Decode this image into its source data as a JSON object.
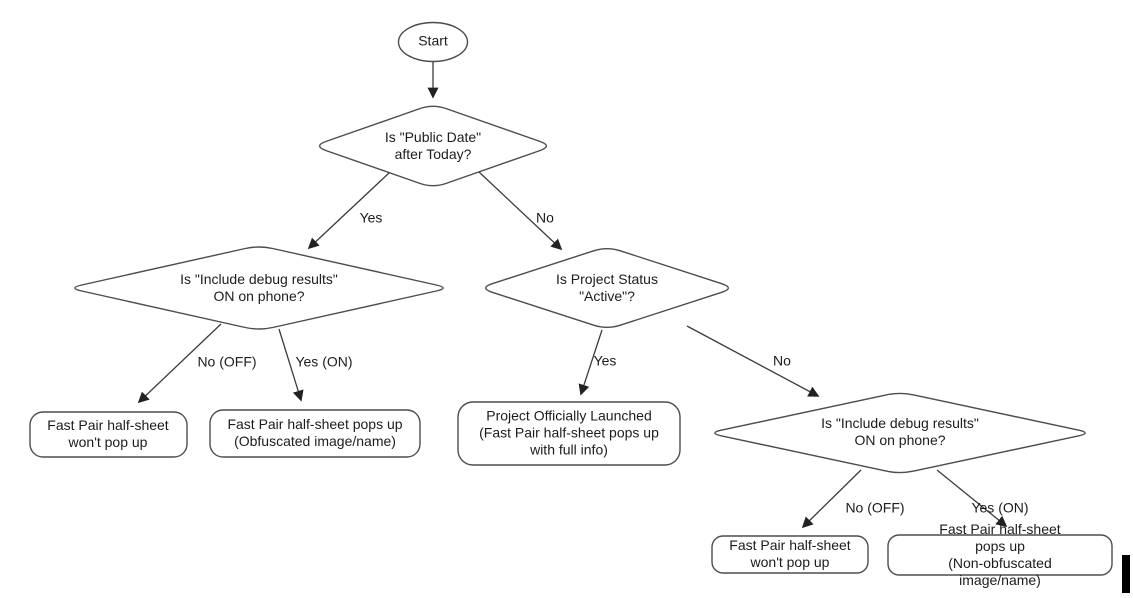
{
  "nodes": {
    "start": {
      "label": "Start"
    },
    "public_date": {
      "label": "Is \"Public Date\"\nafter Today?"
    },
    "debug_left": {
      "label": "Is \"Include debug results\"\nON on phone?"
    },
    "project_status": {
      "label": "Is Project Status\n\"Active\"?"
    },
    "debug_right": {
      "label": "Is \"Include debug results\"\nON on phone?"
    },
    "no_popup_left": {
      "label": "Fast Pair half-sheet\nwon't pop up"
    },
    "obfuscated": {
      "label": "Fast Pair half-sheet pops up\n(Obfuscated image/name)"
    },
    "launched": {
      "label": "Project Officially Launched\n(Fast Pair half-sheet pops up\nwith full info)"
    },
    "no_popup_right": {
      "label": "Fast Pair half-sheet\nwon't pop up"
    },
    "non_obfuscated": {
      "label": "Fast Pair half-sheet pops up\n(Non-obfuscated image/name)"
    }
  },
  "edge_labels": {
    "public_date_yes": "Yes",
    "public_date_no": "No",
    "debug_left_no": "No (OFF)",
    "debug_left_yes": "Yes (ON)",
    "project_status_yes": "Yes",
    "project_status_no": "No",
    "debug_right_no": "No (OFF)",
    "debug_right_yes": "Yes (ON)"
  },
  "colors": {
    "background": "#ffffff",
    "shape_stroke": "#4d4d4d",
    "edge_stroke": "#3c3c3c",
    "text": "#1c1c1c",
    "cursor_bar": "#000000"
  }
}
